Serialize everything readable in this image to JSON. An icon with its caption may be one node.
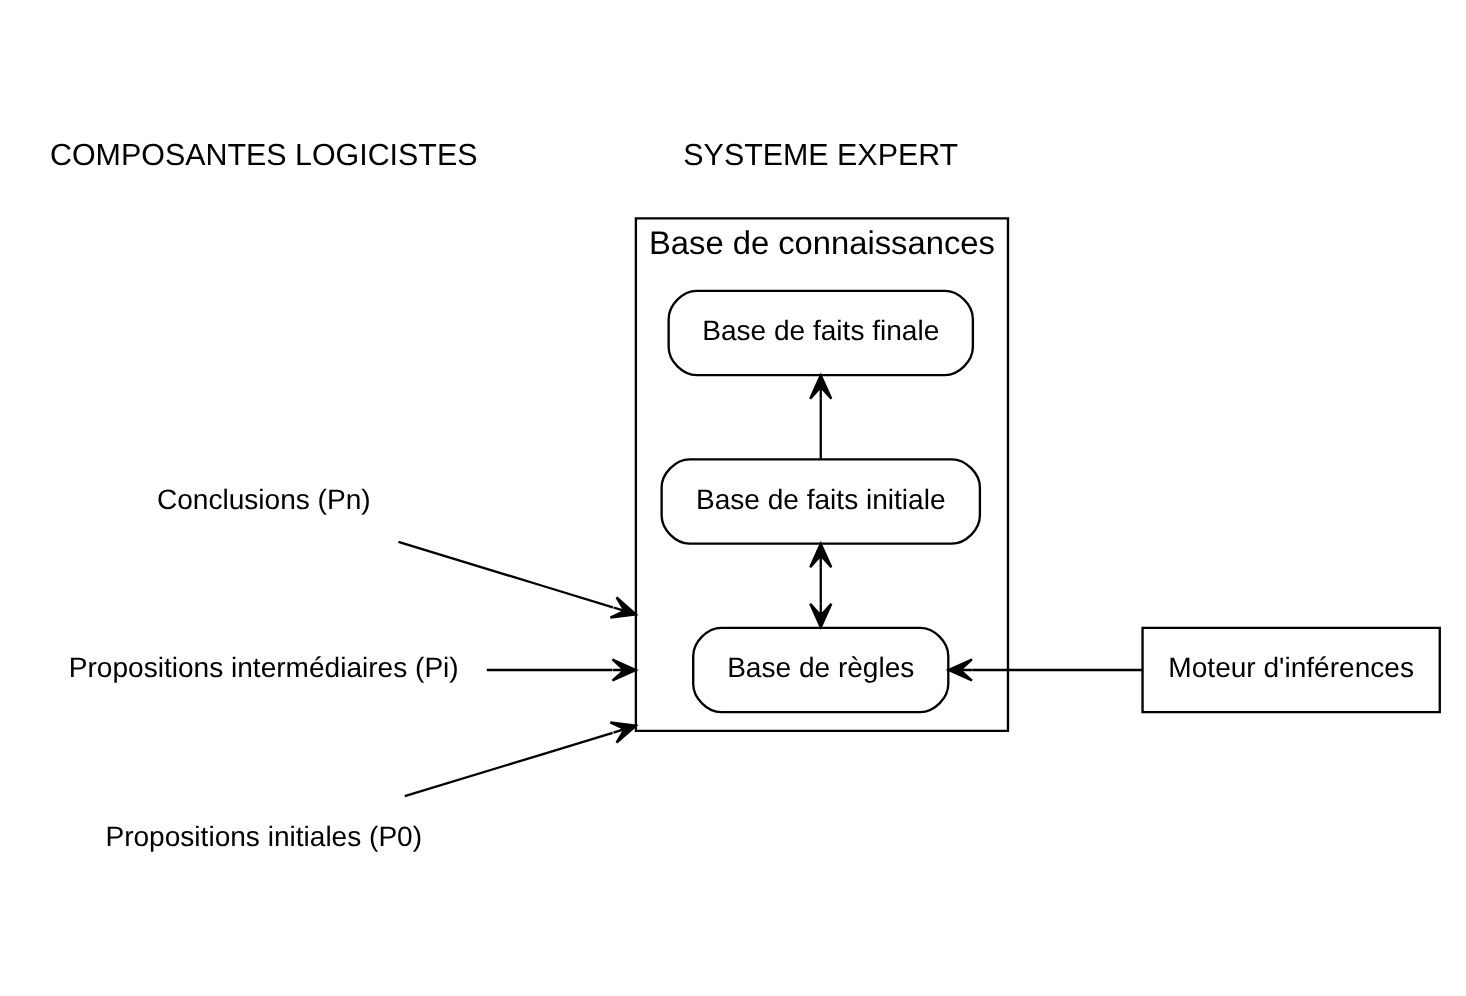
{
  "diagram": {
    "nodes": [
      {
        "text": [
          "Conclusions (Pn)"
        ]
      },
      {
        "text": [
          "Propositions intermédiaires (Pi)"
        ]
      },
      {
        "text": [
          "Propositions initiales (P0)"
        ]
      },
      {
        "text": [
          "Base de connaissances"
        ]
      },
      {
        "text": [
          "Base de faits finale"
        ],
        "in": 3
      },
      {
        "text": [
          "Base de règles"
        ],
        "in": 3
      },
      {
        "text": [
          "Base de faits initiale"
        ],
        "in": 3
      },
      {
        "text": [
          "Moteur d'inférences"
        ]
      }
    ],
    "edges": [
      {
        "from": 0,
        "to": 3,
        "arrow": "to"
      },
      {
        "from": 1,
        "to": 3,
        "arrow": "to"
      },
      {
        "from": 2,
        "to": 3,
        "arrow": "to"
      },
      {
        "from": 7,
        "to": 5,
        "arrow": "to"
      },
      {
        "from": 5,
        "to": 6,
        "arrow": "both"
      },
      {
        "from": 6,
        "to": 4,
        "arrow": "to"
      }
    ],
    "labels": [
      "COMPOSANTES LOGICISTES",
      "SYSTEME EXPERT"
    ]
  }
}
